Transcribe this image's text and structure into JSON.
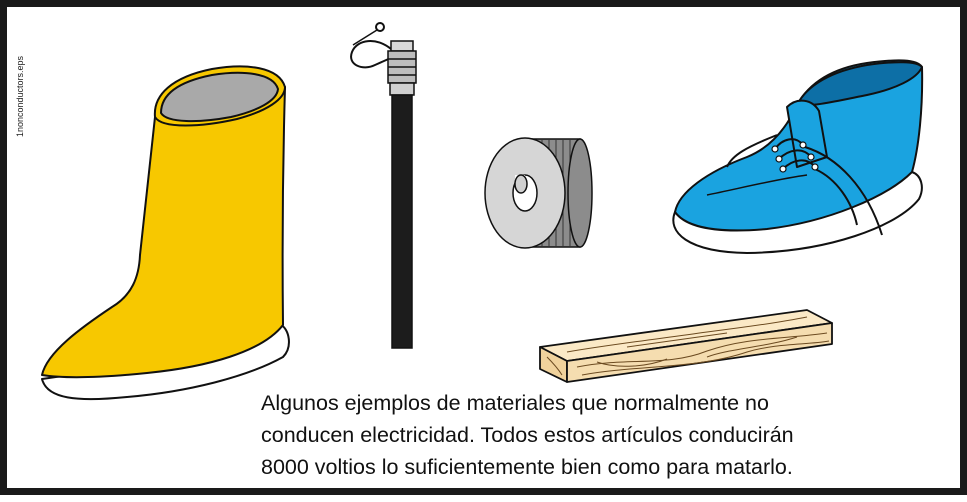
{
  "file_label": "1nonconductors.eps",
  "caption": {
    "lines": [
      "Algunos ejemplos de materiales que normalmente no",
      "conducen electricidad. Todos estos artículos conducirán",
      "8000 voltios lo suficientemente bien como para matarlo."
    ]
  },
  "colors": {
    "frame": "#1a1a1a",
    "boot": "#f7c800",
    "shoe": "#1aa3e0",
    "wood": "#f5ddb0",
    "rod": "#1c1c1c"
  }
}
